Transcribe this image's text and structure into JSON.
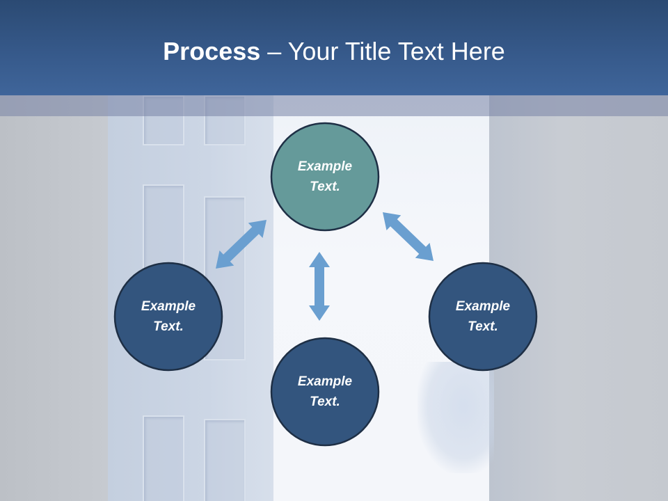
{
  "title": {
    "bold": "Process",
    "rest": " – Your Title Text Here"
  },
  "colors": {
    "header": "#36598a",
    "node_primary": "#33557e",
    "node_accent": "#659a9a",
    "node_border": "#1e2f45",
    "arrow": "#6a9fd0"
  },
  "nodes": [
    {
      "id": "top",
      "line1": "Example",
      "line2": "Text."
    },
    {
      "id": "left",
      "line1": "Example",
      "line2": "Text."
    },
    {
      "id": "right",
      "line1": "Example",
      "line2": "Text."
    },
    {
      "id": "bottom",
      "line1": "Example",
      "line2": "Text."
    }
  ],
  "connections": [
    {
      "from": "left",
      "to": "top",
      "type": "double-arrow"
    },
    {
      "from": "top",
      "to": "bottom",
      "type": "double-arrow"
    },
    {
      "from": "top",
      "to": "right",
      "type": "double-arrow"
    }
  ]
}
